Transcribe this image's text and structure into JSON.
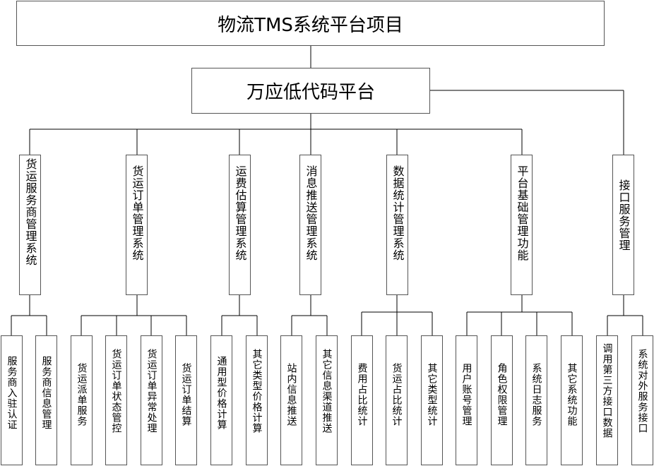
{
  "root": "物流TMS系统平台项目",
  "platform": "万应低代码平台",
  "systems": [
    {
      "name": "货运服务商管理系统",
      "children": [
        "服务商入驻认证",
        "服务商信息管理"
      ]
    },
    {
      "name": "货运订单管理系统",
      "children": [
        "货运派单服务",
        "货运订单状态管控",
        "货运订单异常处理",
        "货运订单结算"
      ]
    },
    {
      "name": "运费估算管理系统",
      "children": [
        "通用型价格计算",
        "其它类型价格计算"
      ]
    },
    {
      "name": "消息推送管理系统",
      "children": [
        "站内信息推送",
        "其它信息渠道推送"
      ]
    },
    {
      "name": "数据统计管理系统",
      "children": [
        "费用占比统计",
        "货运占比统计",
        "其它类型统计"
      ]
    },
    {
      "name": "平台基础管理功能",
      "children": [
        "用户账号管理",
        "角色权限管理",
        "系统日志服务",
        "其它系统功能"
      ]
    },
    {
      "name": "接口服务管理",
      "children": [
        "调用第三方接口数据",
        "系统对外服务接口"
      ]
    }
  ]
}
